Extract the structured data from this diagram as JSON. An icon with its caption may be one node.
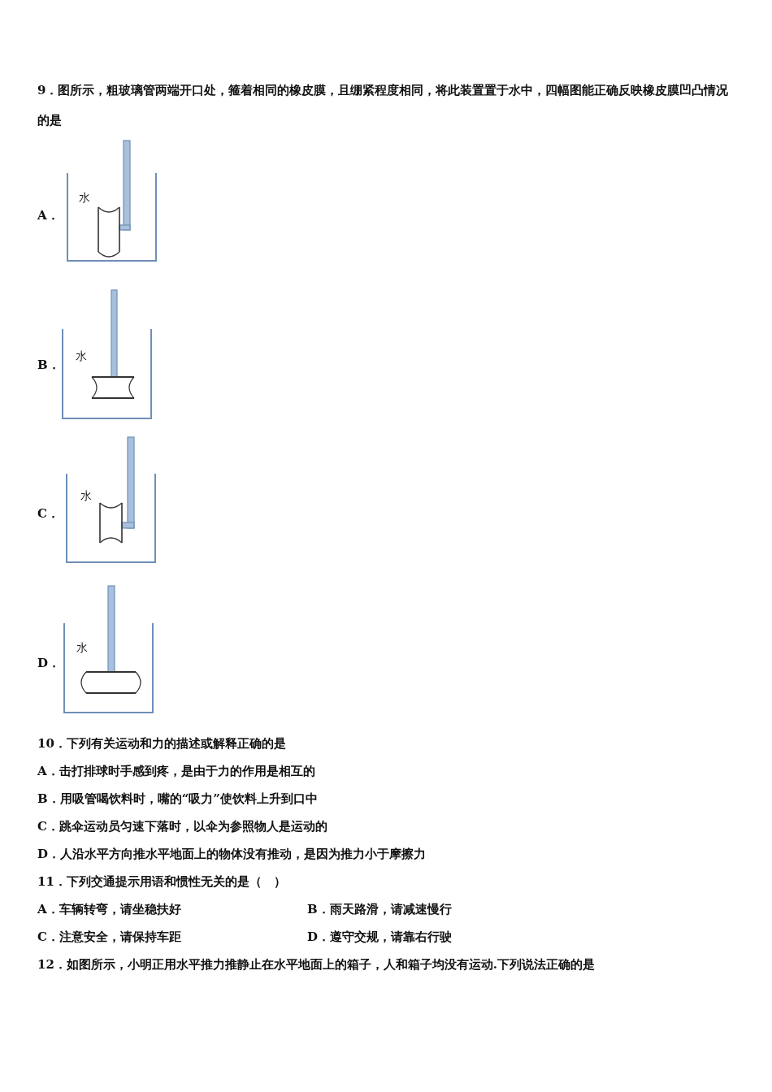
{
  "diagram": {
    "labels": [
      "9．图所示，粗玻璃管两端开口处，箍着相同的橡皮膜，且绷紧程度相同，将此装置置于水中，四幅图能正确反映橡皮膜凹凸情况的是",
      "A．",
      "水",
      "B．",
      "水",
      "C．",
      "水",
      "D．",
      "水",
      "10．下列有关运动和力的描述或解释正确的是",
      "A．击打排球时手感到疼，是由于力的作用是相互的",
      "B．用吸管喝饮料时，嘴的“吸力”使饮料上升到口中",
      "C．跳伞运动员匀速下落时，以伞为参照物人是运动的",
      "D．人沿水平方向推水平地面上的物体没有推动，是因为推力小于摩擦力",
      "11．下列交通提示用语和惯性无关的是（　）",
      "A．车辆转弯，请坐稳扶好",
      "B．雨天路滑，请减速慢行",
      "C．注意安全，请保持车距",
      "D．遵守交规，请靠右行驶",
      "12．如图所示，小明正用水平推力推静止在水平地面上的箱子，人和箱子均没有运动.下列说法正确的是"
    ]
  }
}
